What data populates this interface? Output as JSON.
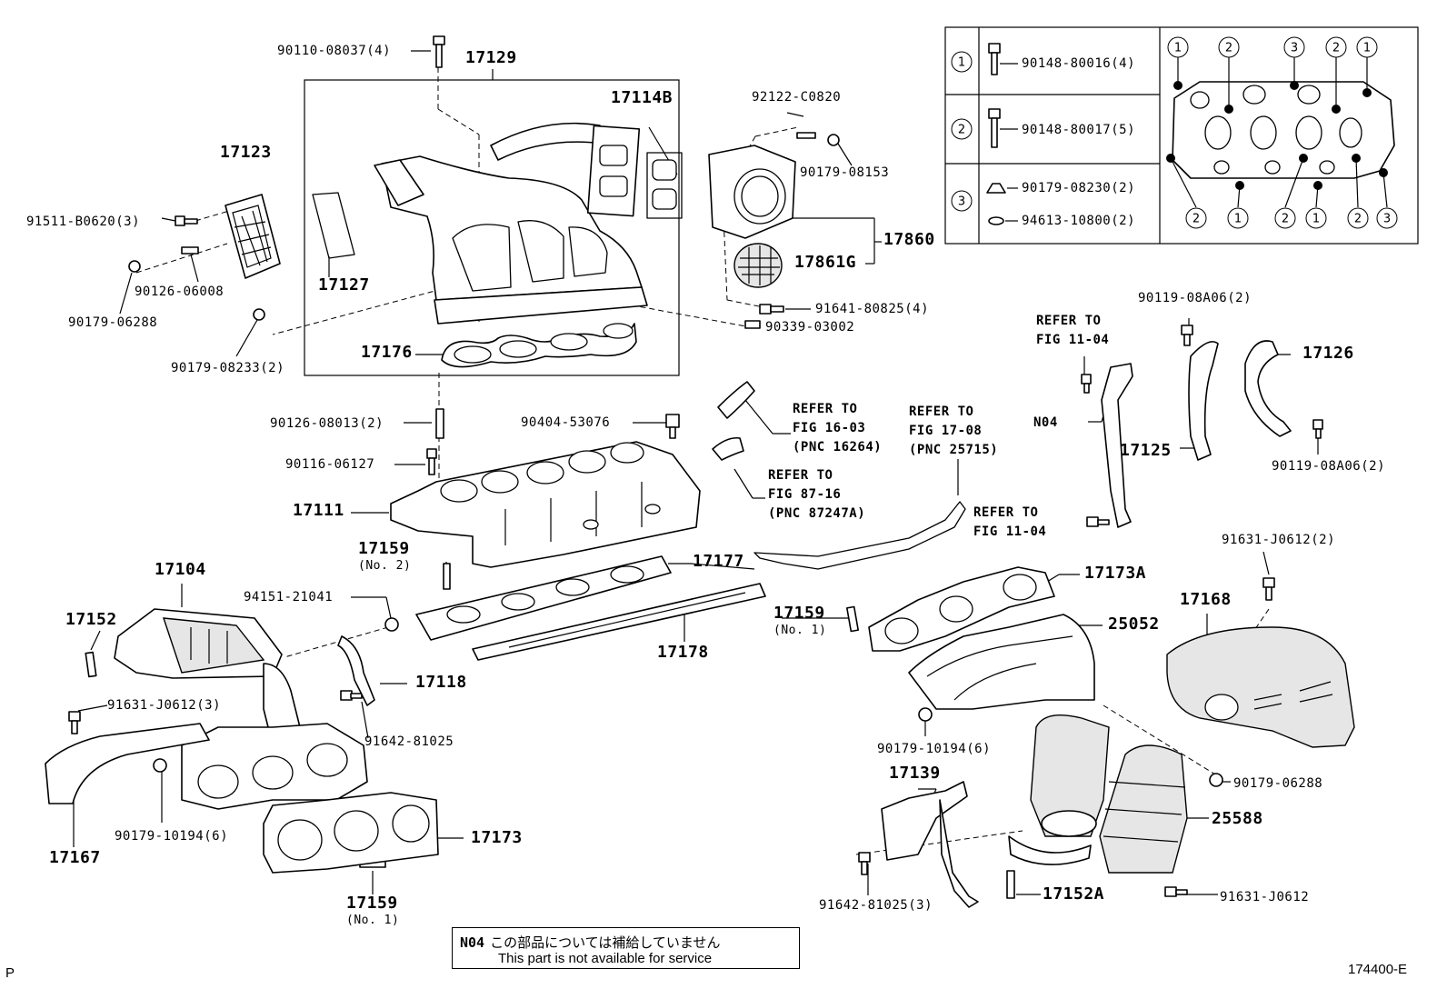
{
  "callouts": {
    "p17129": "17129",
    "p90110": "90110-08037(4)",
    "p17114b": "17114B",
    "p92122": "92122-C0820",
    "p90179_08153": "90179-08153",
    "p17123": "17123",
    "p91511": "91511-B0620(3)",
    "p17127": "17127",
    "p90126_06008": "90126-06008",
    "p90179_06288a": "90179-06288",
    "p90179_08233": "90179-08233(2)",
    "p17176": "17176",
    "p17860": "17860",
    "p17861g": "17861G",
    "p91641": "91641-80825(4)",
    "p90339": "90339-03002",
    "p90126_08013": "90126-08013(2)",
    "p90404": "90404-53076",
    "p90116": "90116-06127",
    "p17111": "17111",
    "p17159_no2": "17159",
    "p17159_no2_sub": "(No. 2)",
    "p17177": "17177",
    "p94151": "94151-21041",
    "p17104": "17104",
    "p17152": "17152",
    "p17118": "17118",
    "p17178": "17178",
    "p91631_3": "91631-J0612(3)",
    "p91642a": "91642-81025",
    "p90179_10194a": "90179-10194(6)",
    "p17167": "17167",
    "p17173": "17173",
    "p17159_no1a": "17159",
    "p17159_no1a_sub": "(No. 1)",
    "p90119a": "90119-08A06(2)",
    "p17126": "17126",
    "pN04": "N04",
    "p17125": "17125",
    "p90119b": "90119-08A06(2)",
    "p91631_2": "91631-J0612(2)",
    "p17173a": "17173A",
    "p17159_no1b": "17159",
    "p17159_no1b_sub": "(No. 1)",
    "p25052": "25052",
    "p17168": "17168",
    "p90179_10194b": "90179-10194(6)",
    "p90179_06288b": "90179-06288",
    "p17139": "17139",
    "p25588": "25588",
    "p17152a": "17152A",
    "p91642b": "91642-81025(3)",
    "p91631": "91631-J0612"
  },
  "refers": {
    "r1": [
      "REFER TO",
      "FIG 16-03",
      "(PNC 16264)"
    ],
    "r2": [
      "REFER TO",
      "FIG 17-08",
      "(PNC 25715)"
    ],
    "r3": [
      "REFER TO",
      "FIG 87-16",
      "(PNC 87247A)"
    ],
    "r4": [
      "REFER TO",
      "FIG 11-04"
    ],
    "r5": [
      "REFER TO",
      "FIG 11-04"
    ]
  },
  "legend": {
    "rows": [
      {
        "num": "1",
        "parts": [
          "90148-80016(4)"
        ]
      },
      {
        "num": "2",
        "parts": [
          "90148-80017(5)"
        ]
      },
      {
        "num": "3",
        "parts": [
          "90179-08230(2)",
          "94613-10800(2)"
        ]
      }
    ],
    "gasket_top_markers": [
      "1",
      "2",
      "3",
      "2",
      "1"
    ],
    "gasket_bottom_markers": [
      "2",
      "1",
      "2",
      "1",
      "2",
      "3"
    ]
  },
  "note": {
    "code": "N04",
    "japanese": "この部品については補給していません",
    "english": "This part is not available for service"
  },
  "footer": {
    "left": "P",
    "right": "174400-E"
  }
}
